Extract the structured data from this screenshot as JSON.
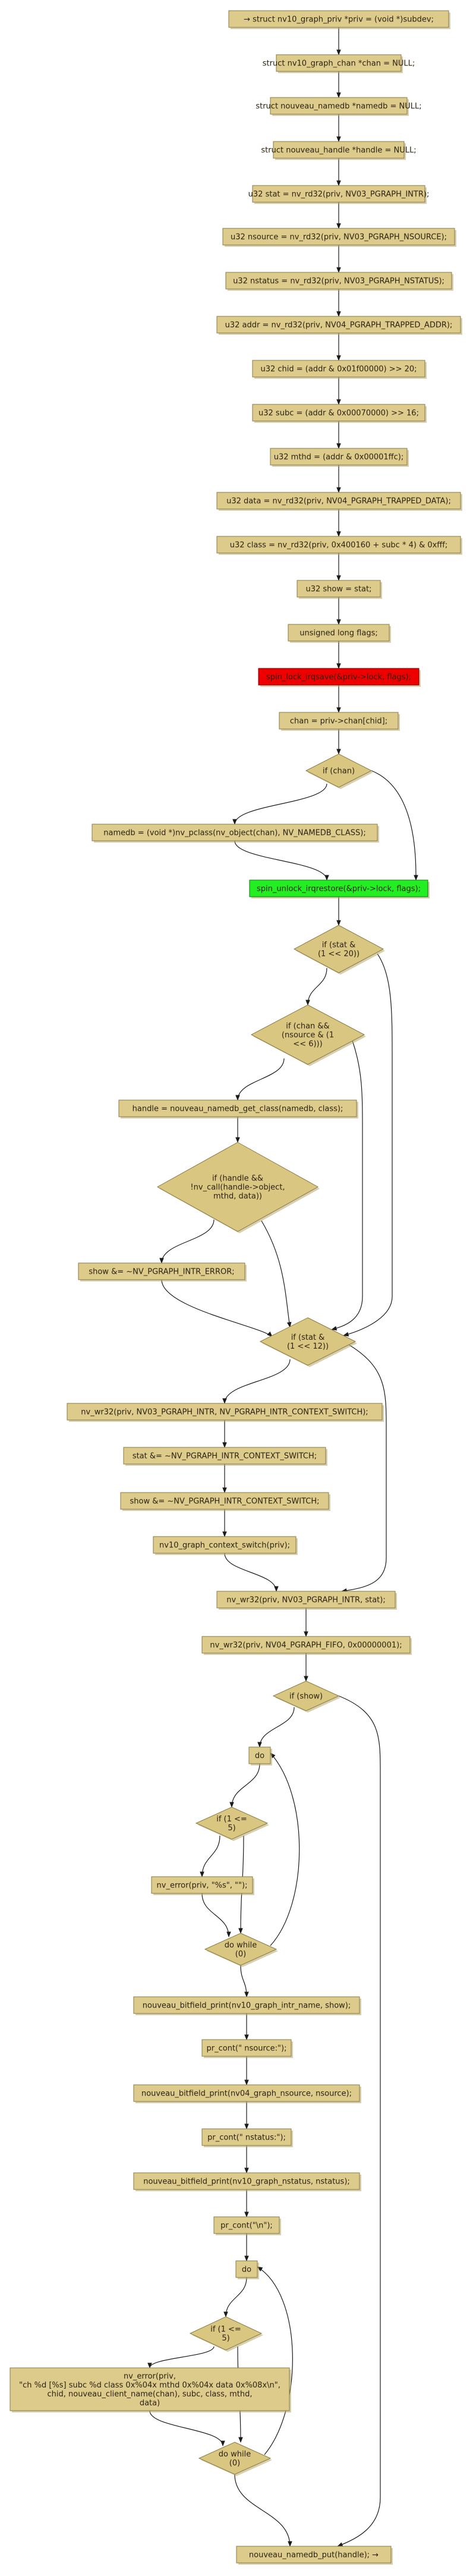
{
  "colors": {
    "node": "#dccb8a",
    "decision": "#d9c681",
    "lock": "#ee0000",
    "unlock": "#22ee22",
    "edge": "#1b1b1b"
  },
  "nodes": {
    "n1": "→ struct nv10_graph_priv *priv = (void *)subdev;",
    "n2": "struct nv10_graph_chan *chan = NULL;",
    "n3": "struct nouveau_namedb *namedb = NULL;",
    "n4": "struct nouveau_handle *handle = NULL;",
    "n5": "u32 stat = nv_rd32(priv, NV03_PGRAPH_INTR);",
    "n6": "u32 nsource = nv_rd32(priv, NV03_PGRAPH_NSOURCE);",
    "n7": "u32 nstatus = nv_rd32(priv, NV03_PGRAPH_NSTATUS);",
    "n8": "u32 addr = nv_rd32(priv, NV04_PGRAPH_TRAPPED_ADDR);",
    "n9": "u32 chid = (addr & 0x01f00000) >> 20;",
    "n10": "u32 subc = (addr & 0x00070000) >> 16;",
    "n11": "u32 mthd = (addr & 0x00001ffc);",
    "n12": "u32 data = nv_rd32(priv, NV04_PGRAPH_TRAPPED_DATA);",
    "n13": "u32 class = nv_rd32(priv, 0x400160 + subc * 4) & 0xfff;",
    "n14": "u32 show = stat;",
    "n15": "unsigned long flags;",
    "n16": "spin_lock_irqsave(&priv->lock, flags);",
    "n17": "chan = priv->chan[chid];",
    "d1": "if (chan)",
    "n18": "namedb = (void *)nv_pclass(nv_object(chan), NV_NAMEDB_CLASS);",
    "n19": "spin_unlock_irqrestore(&priv->lock, flags);",
    "d2": "if (stat & (1 << 20))",
    "d3": "if (chan && (nsource & (1 << 6)))",
    "n20": "handle = nouveau_namedb_get_class(namedb, class);",
    "d4": "if (handle && !nv_call(handle->object, mthd, data))",
    "n21": "show &= ~NV_PGRAPH_INTR_ERROR;",
    "d5": "if (stat & (1 << 12))",
    "n22": "nv_wr32(priv, NV03_PGRAPH_INTR, NV_PGRAPH_INTR_CONTEXT_SWITCH);",
    "n23": "stat &= ~NV_PGRAPH_INTR_CONTEXT_SWITCH;",
    "n24": "show &= ~NV_PGRAPH_INTR_CONTEXT_SWITCH;",
    "n25": "nv10_graph_context_switch(priv);",
    "n26": "nv_wr32(priv, NV03_PGRAPH_INTR, stat);",
    "n27": "nv_wr32(priv, NV04_PGRAPH_FIFO, 0x00000001);",
    "d6": "if (show)",
    "n28": "do",
    "d7": "if (1 <= 5)",
    "n29": "nv_error(priv, \"%s\", \"\");",
    "d8": "do while (0)",
    "n30": "nouveau_bitfield_print(nv10_graph_intr_name, show);",
    "n31": "pr_cont(\" nsource:\");",
    "n32": "nouveau_bitfield_print(nv04_graph_nsource, nsource);",
    "n33": "pr_cont(\" nstatus:\");",
    "n34": "nouveau_bitfield_print(nv10_graph_nstatus, nstatus);",
    "n35": "pr_cont(\"\\n\");",
    "n36": "do",
    "d9": "if (1 <= 5)",
    "n37": "nv_error(priv,\n\"ch %d [%s] subc %d class 0x%04x mthd 0x%04x data 0x%08x\\n\",\nchid, nouveau_client_name(chan), subc, class, mthd,\ndata)",
    "d10": "do while (0)",
    "n38": "nouveau_namedb_put(handle); →"
  }
}
